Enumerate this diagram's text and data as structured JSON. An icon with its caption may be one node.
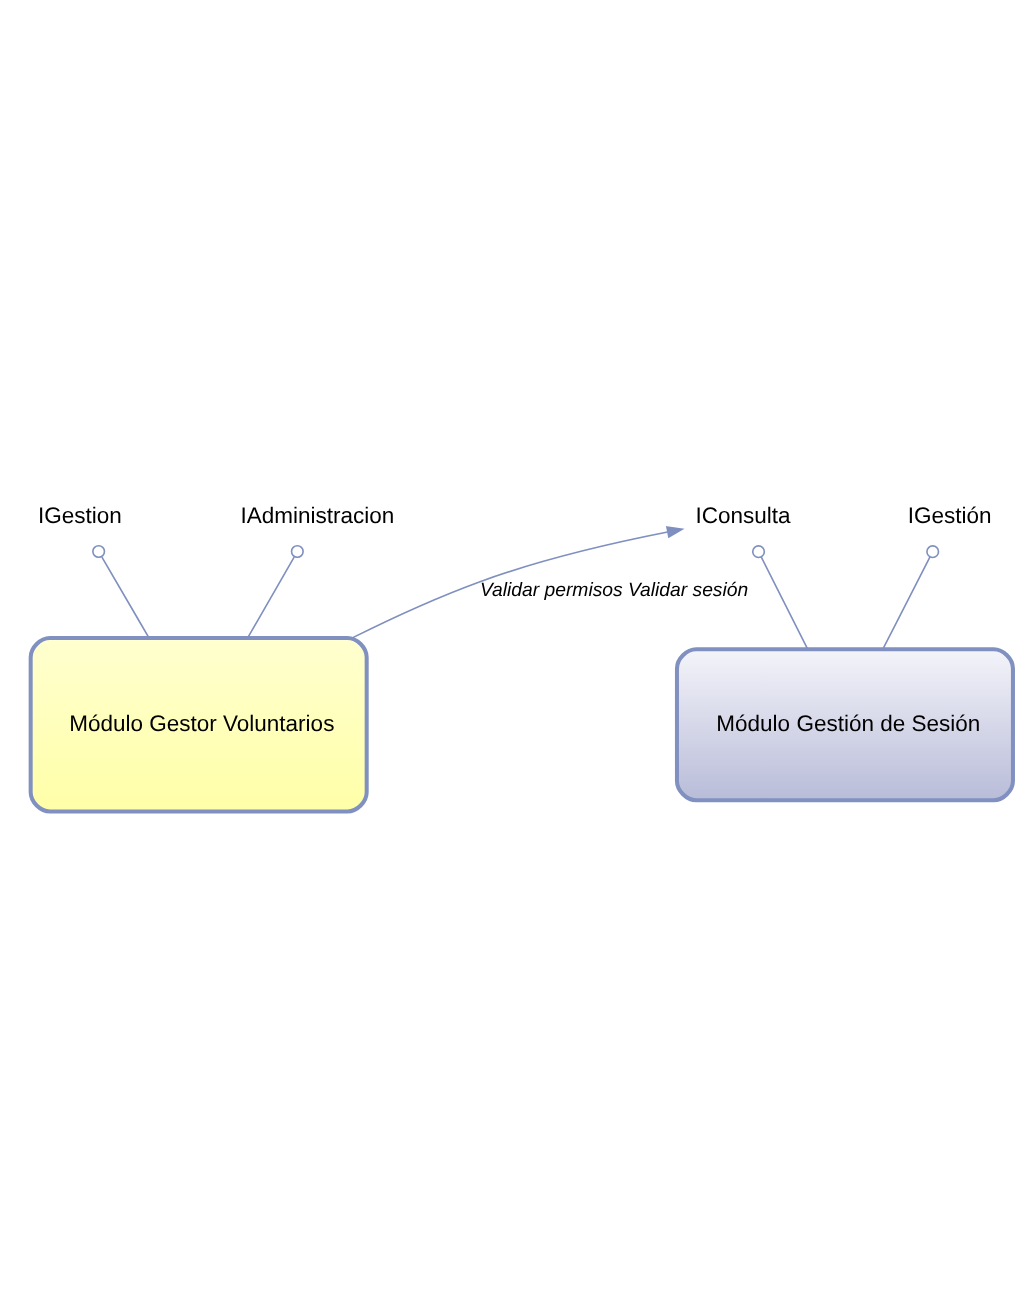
{
  "diagram": {
    "nodes": [
      {
        "text": [
          "IGestion"
        ]
      },
      {
        "text": [
          "IAdministracion"
        ]
      },
      {
        "text": [
          "Módulo Gestor Voluntarios"
        ]
      },
      {
        "text": [
          "IGestión"
        ]
      },
      {
        "text": [
          "IConsulta"
        ]
      },
      {
        "text": [
          "Módulo Gestión de Sesión"
        ]
      }
    ],
    "edges": [
      {
        "from": 2,
        "to": 0,
        "arrow": "other"
      },
      {
        "from": 2,
        "to": 1,
        "arrow": "other"
      },
      {
        "from": 2,
        "to": 4,
        "arrow": "to",
        "label": "Validar permisos Validar sesión"
      },
      {
        "from": 5,
        "to": 3,
        "arrow": "other"
      },
      {
        "from": 5,
        "to": 4,
        "arrow": "other"
      }
    ]
  }
}
